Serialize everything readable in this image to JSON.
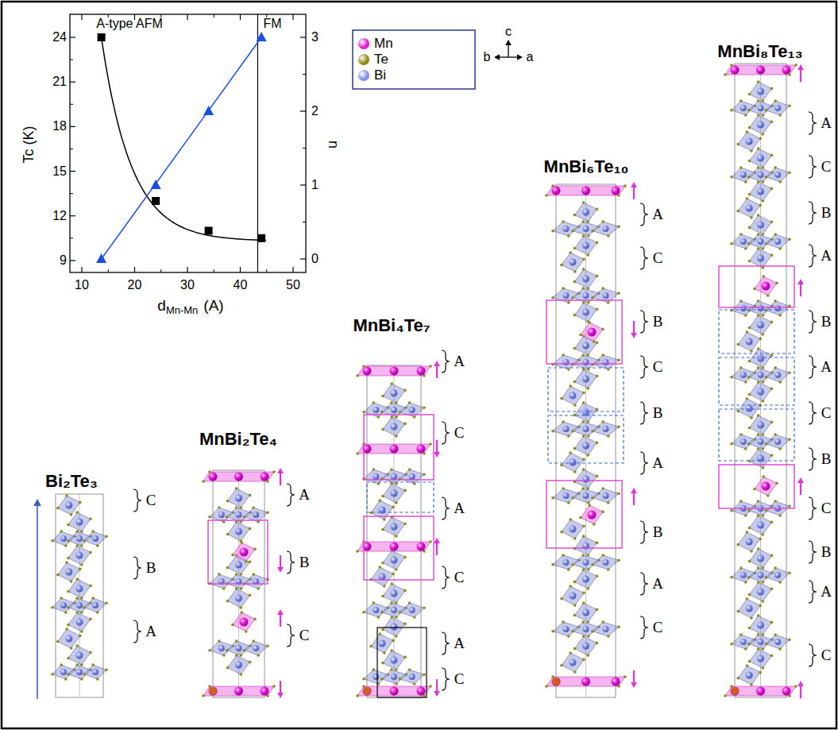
{
  "diagram": {
    "labels": [
      "A-type AFM",
      "FM",
      "Tc (K)",
      "n",
      "24",
      "21",
      "18",
      "15",
      "12",
      "9",
      "0",
      "1",
      "2",
      "3",
      "10",
      "20",
      "30",
      "40",
      "50",
      "d",
      "Mn-Mn",
      "(A)",
      "c",
      "b",
      "a",
      "Bi₂Te₃",
      "MnBi₂Te₄",
      "MnBi₄Te₇",
      "MnBi₆Te₁₀",
      "MnBi₈Te₁₃",
      "C",
      "B",
      "A",
      "A",
      "B",
      "C",
      "A",
      "C",
      "A",
      "C",
      "A",
      "C",
      "A",
      "C",
      "B",
      "C",
      "B",
      "A",
      "B",
      "A",
      "C",
      "A",
      "C",
      "B",
      "A",
      "B",
      "A",
      "C",
      "B",
      "C",
      "B",
      "A",
      "C"
    ],
    "legend": [
      {
        "text": "Mn",
        "color": "#e018d8"
      },
      {
        "text": "Te",
        "color": "#8b8b12"
      },
      {
        "text": "Bi",
        "color": "#7f8fe8"
      }
    ]
  }
}
